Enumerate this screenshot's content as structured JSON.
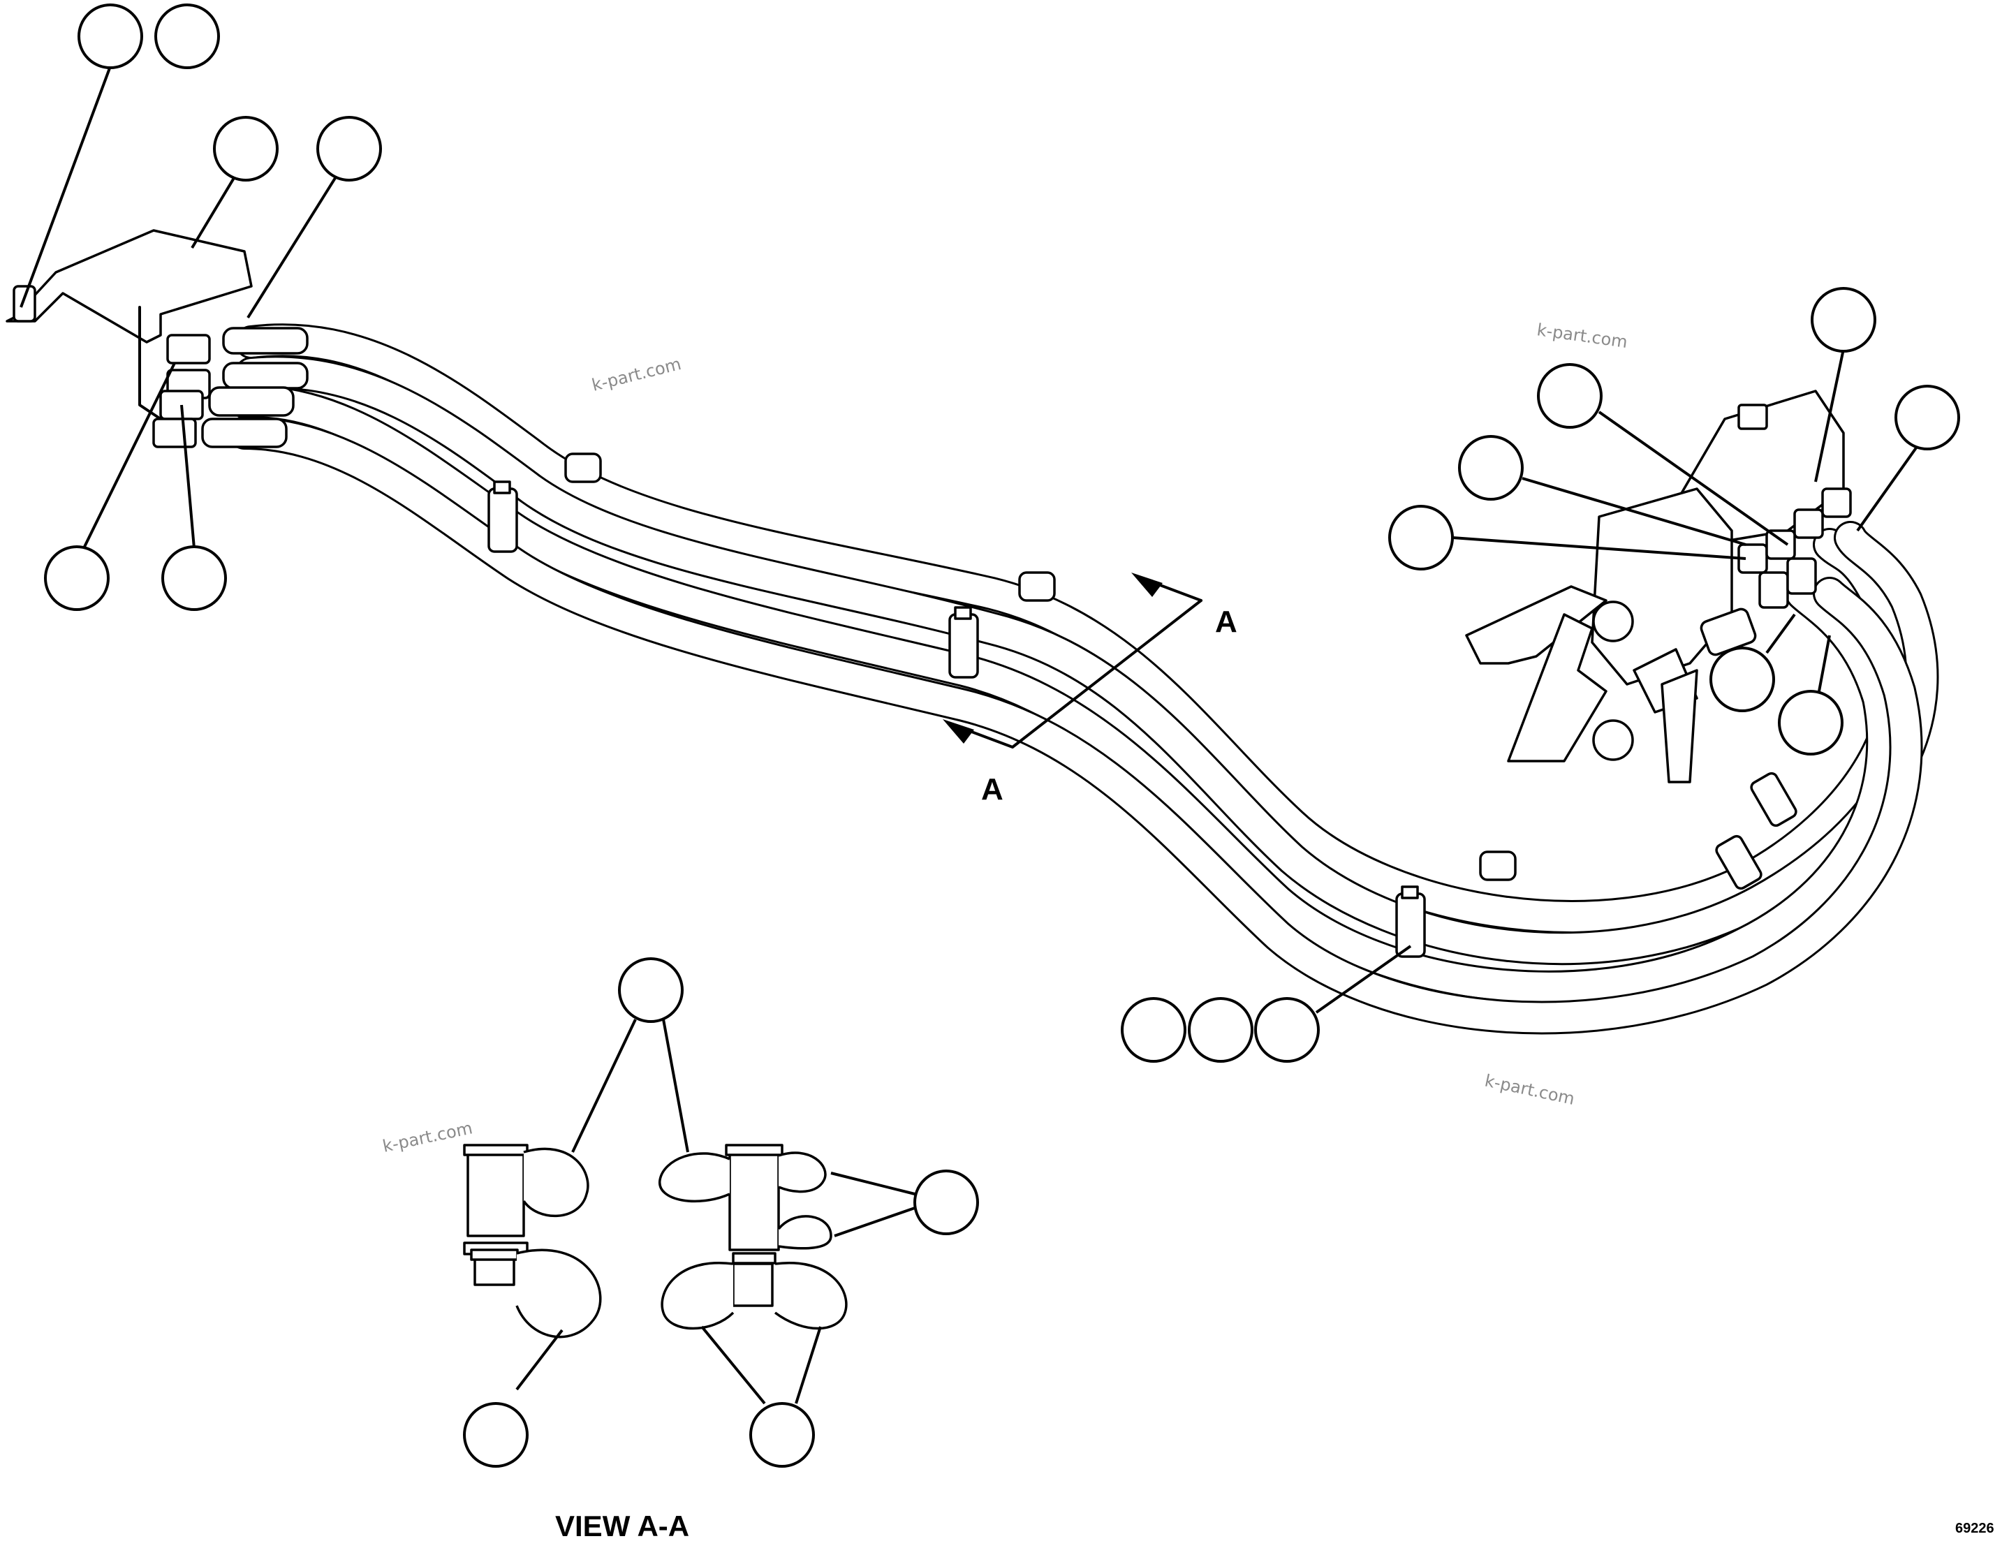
{
  "section_labels": {
    "arrow_top": "A",
    "arrow_bottom": "A",
    "view_title": "VIEW A-A"
  },
  "watermarks": [
    "k-part.com",
    "k-part.com",
    "k-part.com",
    "k-part.com"
  ],
  "doc_id": "69226"
}
